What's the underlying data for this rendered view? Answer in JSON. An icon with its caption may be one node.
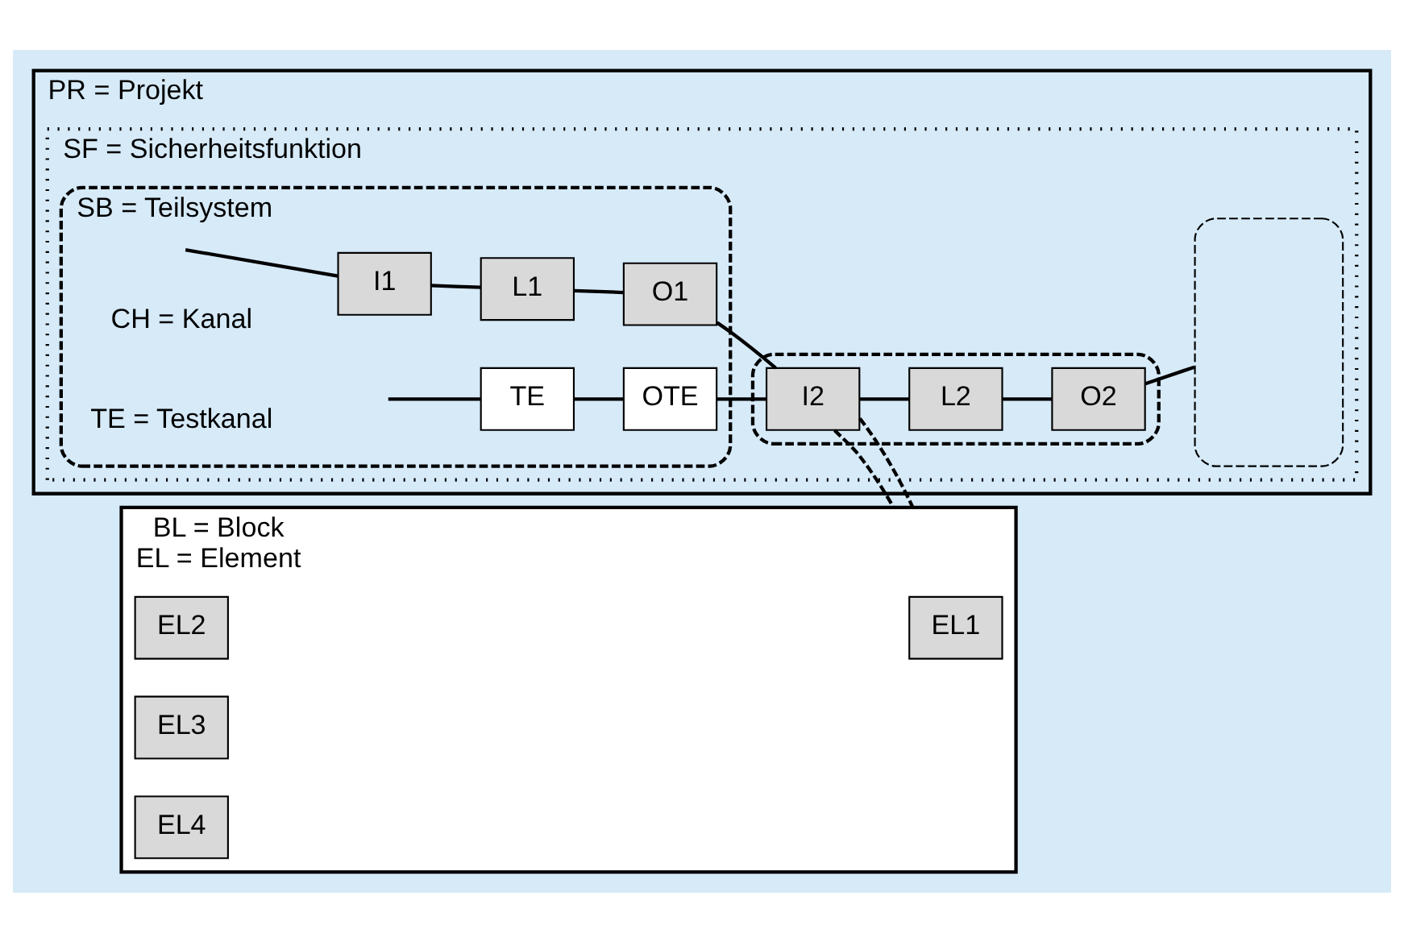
{
  "diagram": {
    "nodes": [
      {
        "text": [
          "PR = Projekt"
        ]
      },
      {
        "text": [
          "SF = Sicherheitsfunktion"
        ],
        "in": 0
      },
      {
        "text": [
          "SB = Teilsystem"
        ],
        "in": 1
      },
      {
        "text": [
          "I1"
        ],
        "in": 2
      },
      {
        "text": [
          "L1"
        ],
        "in": 2
      },
      {
        "text": [
          "O1"
        ],
        "in": 2
      },
      {
        "text": [
          "TE"
        ],
        "in": 2
      },
      {
        "text": [
          "OTE"
        ],
        "in": 2
      },
      {
        "text": [],
        "shape": "box",
        "in": 1
      },
      {
        "text": [
          "I2"
        ],
        "in": 8
      },
      {
        "text": [
          "L2"
        ],
        "in": 8
      },
      {
        "text": [
          "O2"
        ],
        "in": 8
      },
      {
        "text": [
          "BL = Block",
          "EL = Element"
        ]
      },
      {
        "text": [
          "EL1"
        ],
        "in": 12
      },
      {
        "text": [
          "EL2"
        ],
        "in": 12
      },
      {
        "text": [
          "EL3"
        ],
        "in": 12
      },
      {
        "text": [
          "EL4"
        ],
        "in": 12
      },
      {
        "text": [],
        "shape": "box",
        "in": 1
      }
    ],
    "edges": [
      {
        "from": null,
        "to": 3,
        "arrow": "none"
      },
      {
        "from": null,
        "to": 6,
        "arrow": "none"
      },
      {
        "from": 3,
        "to": 4,
        "arrow": "none"
      },
      {
        "from": 4,
        "to": 5,
        "arrow": "none"
      },
      {
        "from": 6,
        "to": 7,
        "arrow": "none"
      },
      {
        "from": 5,
        "to": 9,
        "arrow": "none"
      },
      {
        "from": 7,
        "to": 9,
        "arrow": "none"
      },
      {
        "from": 9,
        "to": 10,
        "arrow": "none"
      },
      {
        "from": 10,
        "to": 11,
        "arrow": "none"
      },
      {
        "from": 11,
        "to": 17,
        "arrow": "none"
      },
      {
        "from": 9,
        "to": 12,
        "arrow": "none",
        "style": "dashed"
      },
      {
        "from": 9,
        "to": 12,
        "arrow": "none",
        "style": "dashed"
      }
    ],
    "labels": [
      "CH = Kanal",
      "TE = Testkanal"
    ]
  }
}
